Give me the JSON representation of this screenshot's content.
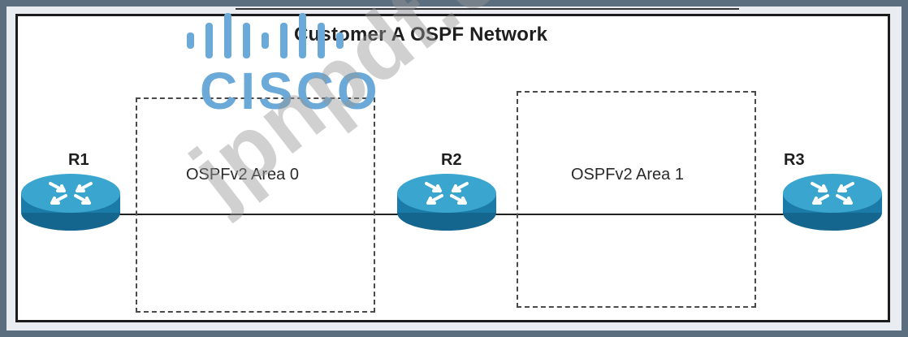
{
  "title": "Customer A OSPF Network",
  "areas": [
    {
      "label": "OSPFv2 Area 0"
    },
    {
      "label": "OSPFv2 Area 1"
    }
  ],
  "routers": [
    {
      "label": "R1"
    },
    {
      "label": "R2"
    },
    {
      "label": "R3"
    }
  ],
  "logo_text": "CISCO",
  "watermark_text": "jpnpdf.com",
  "colors": {
    "router_top": "#3aa6cf",
    "router_side": "#1b7ba8",
    "logo": "#6aa9d8"
  }
}
